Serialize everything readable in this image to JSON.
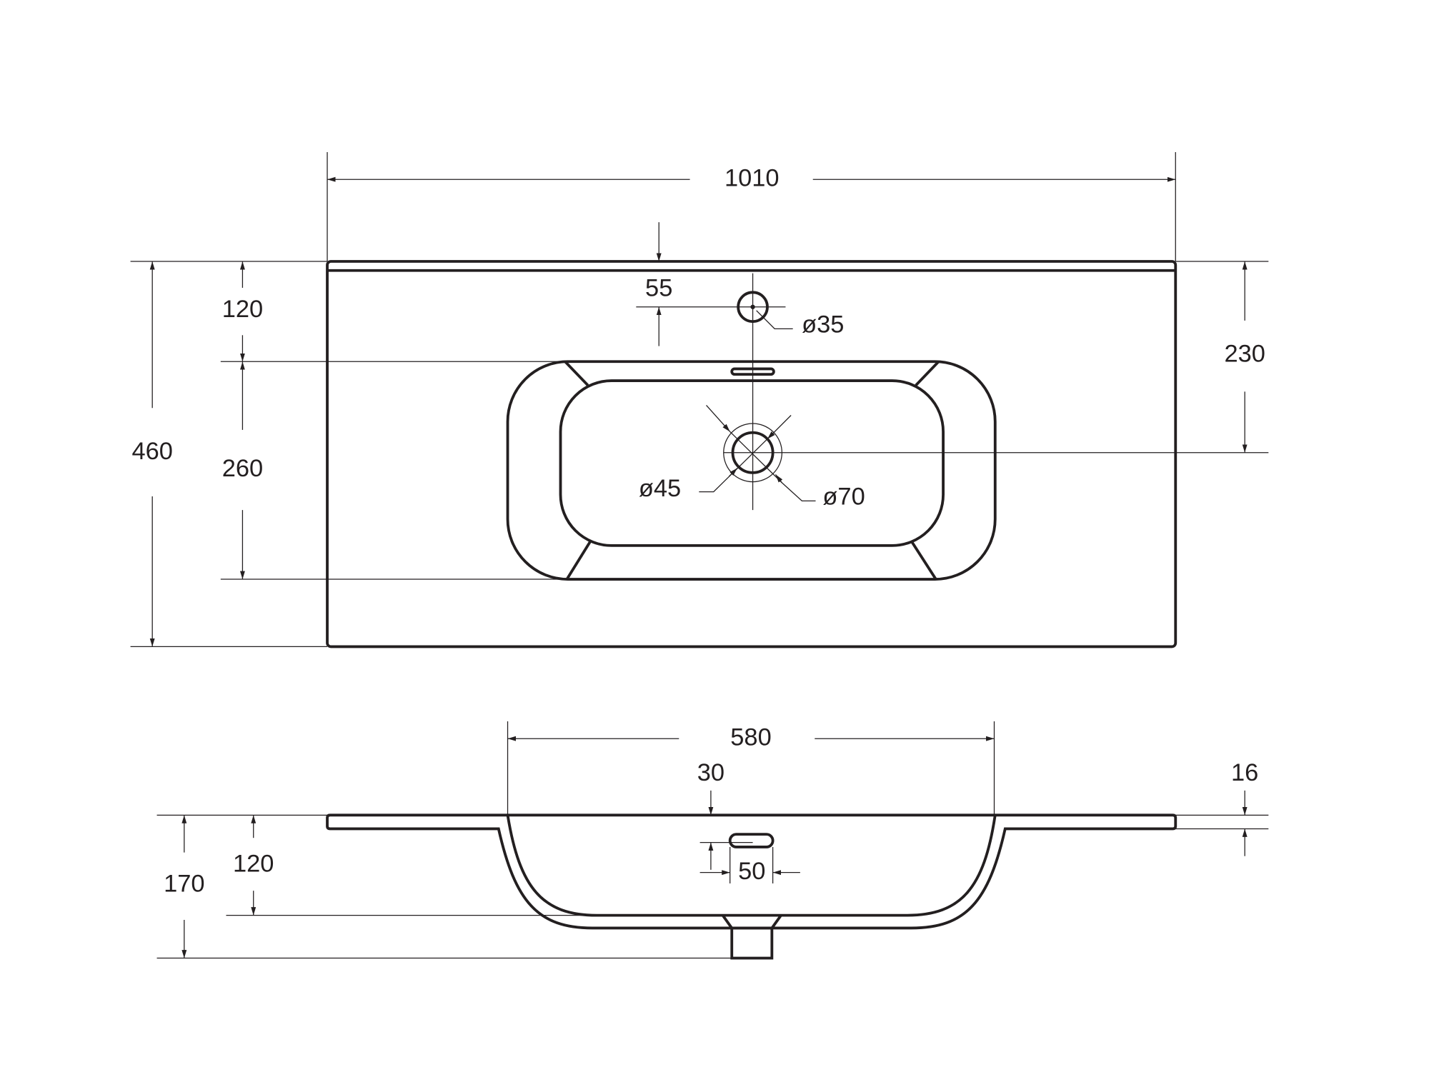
{
  "colors": {
    "line": "#231f20",
    "background": "#ffffff"
  },
  "top_view": {
    "overall_width": "1010",
    "overall_depth": "460",
    "front_to_bowl": "120",
    "bowl_depth": "260",
    "front_to_drain": "230",
    "tap_hole_offset": "55",
    "tap_hole_diameter": "ø35",
    "drain_inner_diameter": "ø45",
    "drain_outer_diameter": "ø70"
  },
  "side_view": {
    "bowl_width": "580",
    "overflow_offset": "30",
    "slab_thickness": "16",
    "total_height": "170",
    "bowl_height": "120",
    "overflow_width": "50"
  }
}
